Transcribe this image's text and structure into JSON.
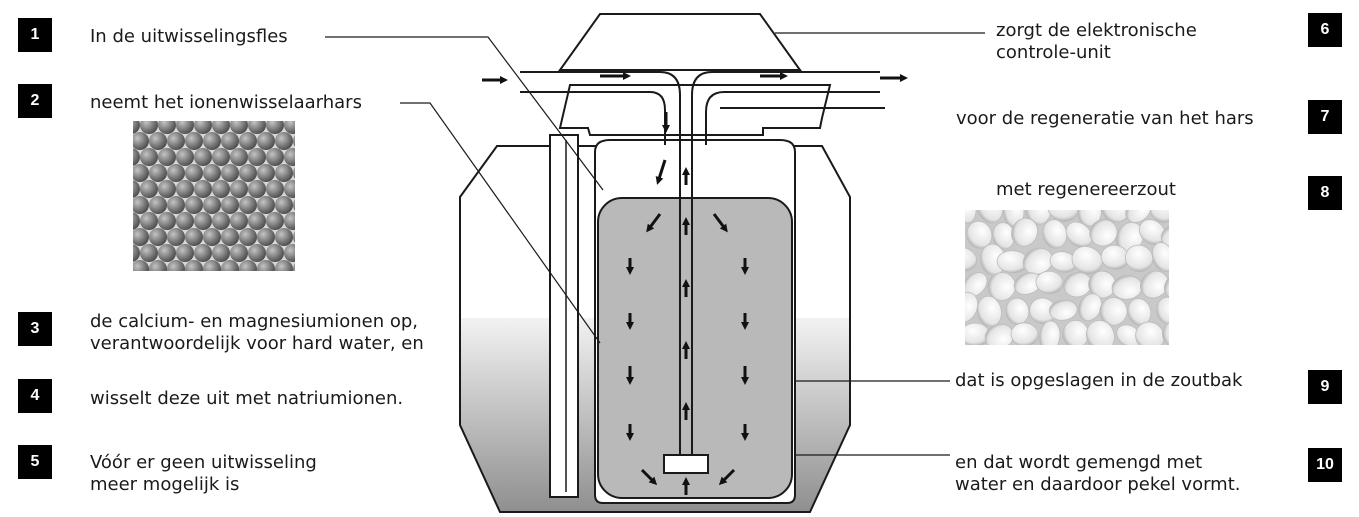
{
  "steps": [
    {
      "n": "1",
      "text": "In de uitwisselingsfles"
    },
    {
      "n": "2",
      "text": "neemt het ionenwisselaarhars"
    },
    {
      "n": "3",
      "line1": "de calcium- en magnesiumionen op,",
      "line2": "verantwoordelijk voor hard water, en"
    },
    {
      "n": "4",
      "text": "wisselt deze uit met natriumionen."
    },
    {
      "n": "5",
      "line1": "Vóór er geen uitwisseling",
      "line2": "meer mogelijk is"
    },
    {
      "n": "6",
      "line1": "zorgt de elektronische",
      "line2": "controle-unit"
    },
    {
      "n": "7",
      "text": "voor de regeneratie van het hars"
    },
    {
      "n": "8",
      "text": "met regenereerzout"
    },
    {
      "n": "9",
      "text": "dat is opgeslagen in de zoutbak"
    },
    {
      "n": "10",
      "line1": "en dat wordt gemengd met",
      "line2": "water en daardoor pekel vormt."
    }
  ],
  "images": {
    "resin": "resin-beads-photo",
    "salt": "salt-tablets-photo"
  },
  "colors": {
    "badge": "#000000",
    "resin_fill": "#b9b9b9",
    "brine_top": "#ececec",
    "brine_bottom": "#8c8c8c",
    "line": "#1a1a1a"
  }
}
